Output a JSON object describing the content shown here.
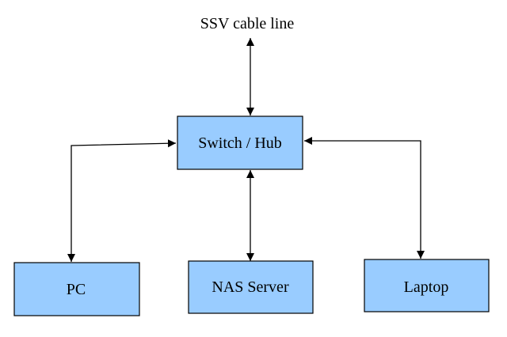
{
  "diagram": {
    "box_fill": "#99ccff",
    "top_label": "SSV cable line",
    "nodes": {
      "switch": "Switch / Hub",
      "pc": "PC",
      "nas": "NAS Server",
      "laptop": "Laptop"
    }
  }
}
